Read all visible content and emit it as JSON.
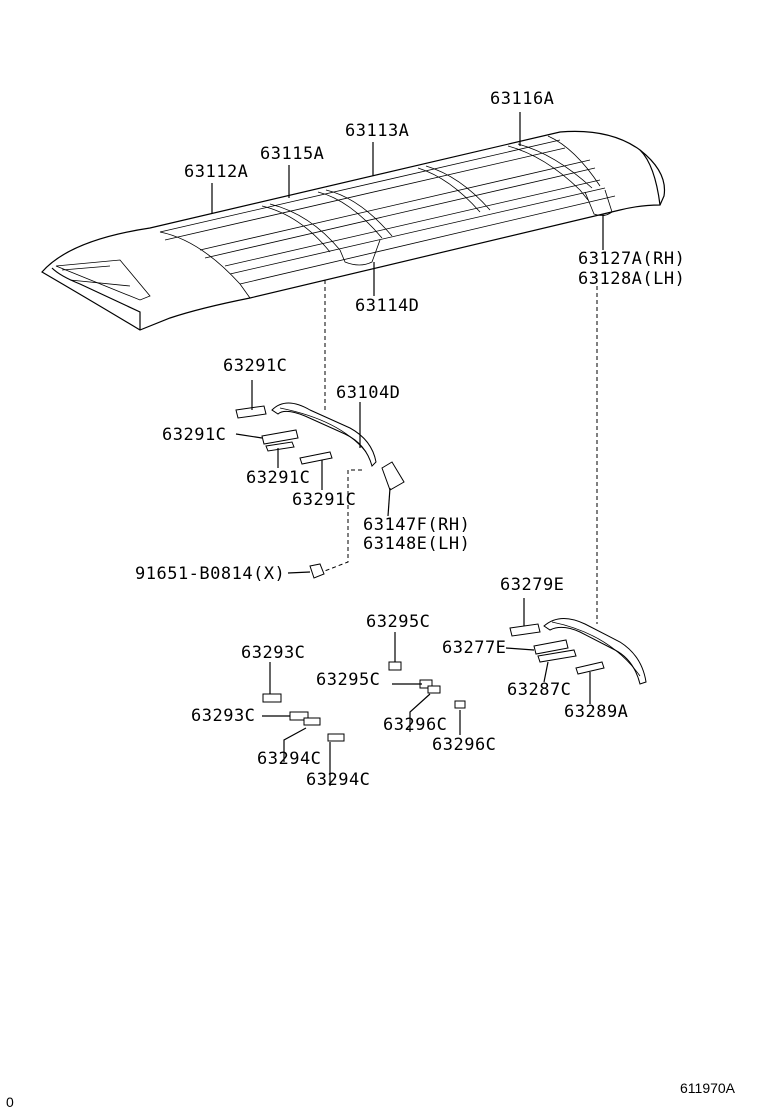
{
  "labels": {
    "p63116A": "63116A",
    "p63113A": "63113A",
    "p63115A": "63115A",
    "p63112A": "63112A",
    "p63127A": "63127A(RH)",
    "p63128A": "63128A(LH)",
    "p63114D": "63114D",
    "p63291C_a": "63291C",
    "p63104D": "63104D",
    "p63291C_b": "63291C",
    "p63291C_c": "63291C",
    "p63291C_d": "63291C",
    "p63147F": "63147F(RH)",
    "p63148E": "63148E(LH)",
    "p91651": "91651-B0814(X)",
    "p63279E": "63279E",
    "p63295C_a": "63295C",
    "p63277E": "63277E",
    "p63293C_a": "63293C",
    "p63295C_b": "63295C",
    "p63287C": "63287C",
    "p63289A": "63289A",
    "p63293C_b": "63293C",
    "p63296C_a": "63296C",
    "p63296C_b": "63296C",
    "p63294C_a": "63294C",
    "p63294C_b": "63294C",
    "corner_left": "0",
    "figure_code": "611970A"
  }
}
